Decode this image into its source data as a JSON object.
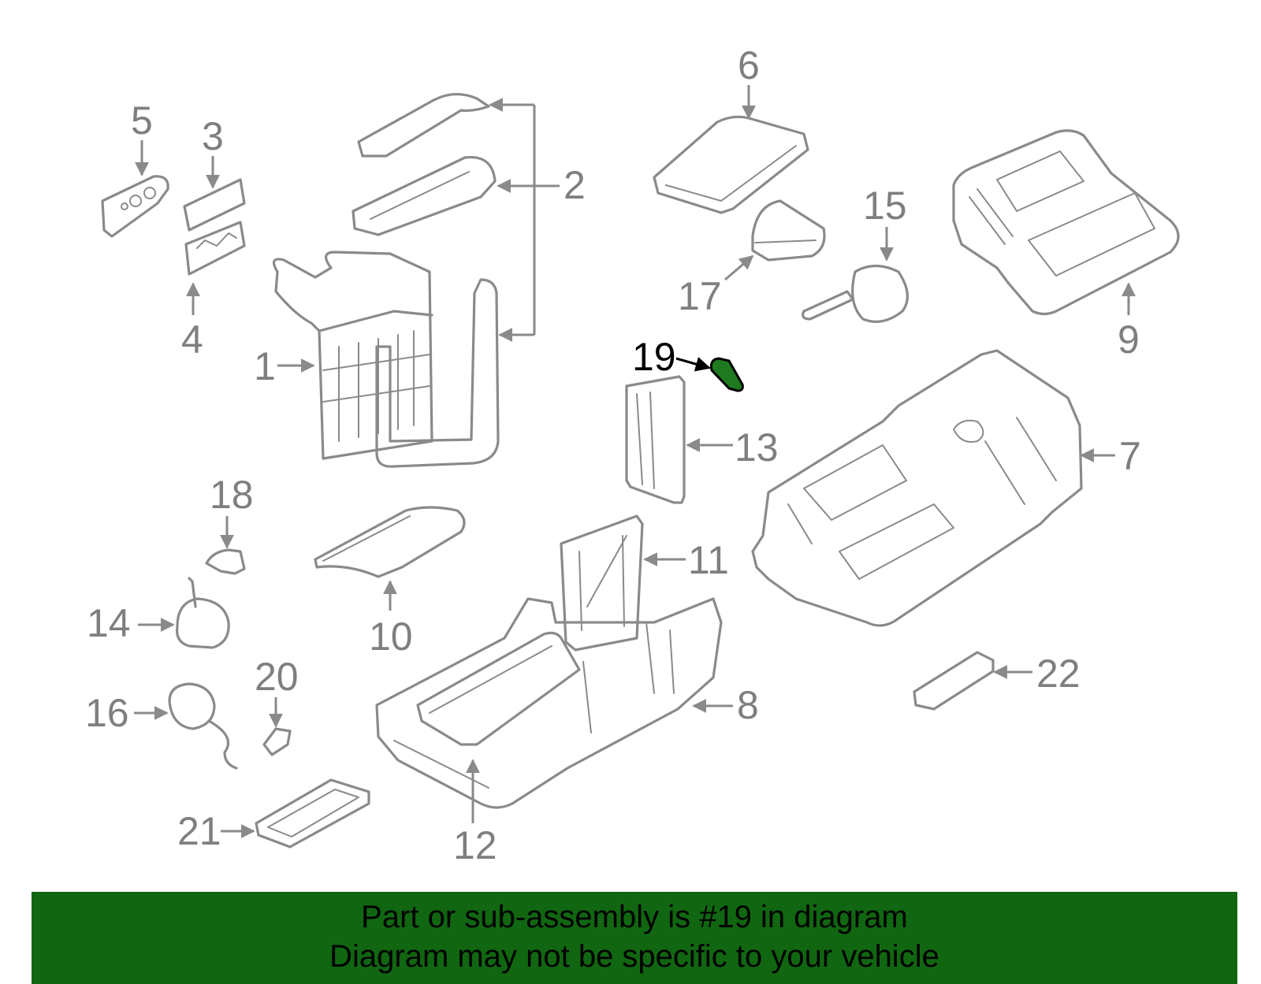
{
  "diagram": {
    "highlight_color": "#1f7a1f",
    "line_color": "#8a8a8a",
    "labels": {
      "c1": "1",
      "c2": "2",
      "c3": "3",
      "c4": "4",
      "c5": "5",
      "c6": "6",
      "c7": "7",
      "c8": "8",
      "c9": "9",
      "c10": "10",
      "c11": "11",
      "c12": "12",
      "c13": "13",
      "c14": "14",
      "c15": "15",
      "c16": "16",
      "c17": "17",
      "c18": "18",
      "c19": "19",
      "c20": "20",
      "c21": "21",
      "c22": "22"
    }
  },
  "banner": {
    "background": "#116611",
    "line1": "Part or sub-assembly is #19 in diagram",
    "line2": "Diagram may not be specific to your vehicle"
  }
}
